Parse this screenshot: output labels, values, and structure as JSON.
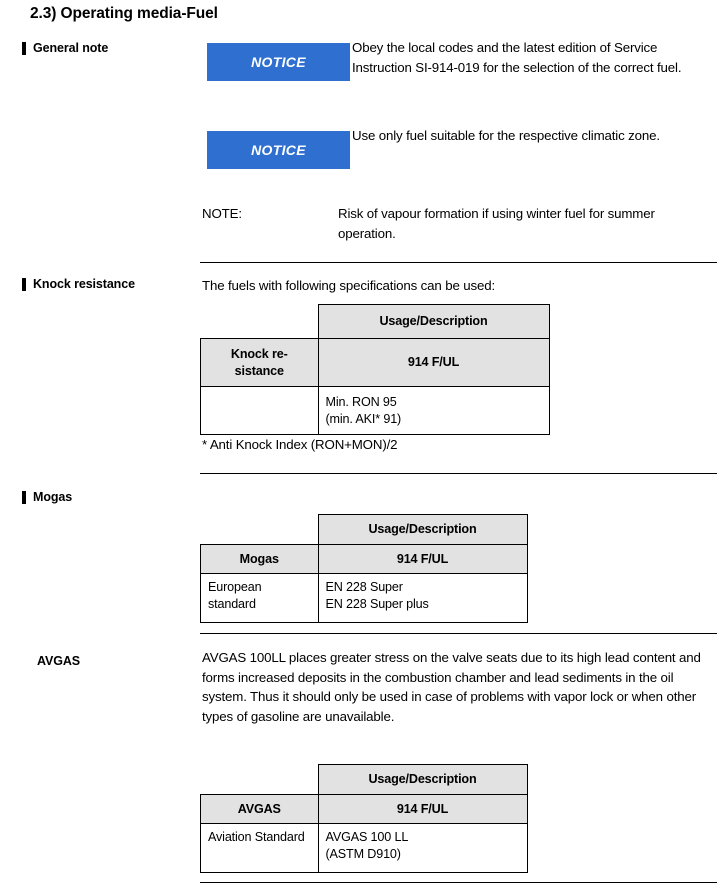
{
  "title": "2.3) Operating media-Fuel",
  "sections": {
    "general_note": {
      "label": "General note",
      "notices": [
        {
          "badge": "NOTICE",
          "text": "Obey the local codes and the latest edition of Service Instruction  SI-914-019 for the selection of the correct fuel."
        },
        {
          "badge": "NOTICE",
          "text": "Use only fuel suitable for the respective climatic zone."
        }
      ],
      "note": {
        "label": "NOTE:",
        "text": "Risk of vapour formation if using winter fuel for summer operation."
      }
    },
    "knock_resistance": {
      "label": "Knock resistance",
      "intro": "The fuels with following specifications can be used:",
      "table": {
        "corner": "",
        "col_header": "Usage/Description",
        "row_header": "Knock re-sistance",
        "variant": "914 F/UL",
        "left_cell": "",
        "right_cell": "Min. RON 95\n(min. AKI* 91)"
      },
      "footnote": "* Anti Knock Index (RON+MON)/2"
    },
    "mogas": {
      "label": "Mogas",
      "table": {
        "corner": "",
        "col_header": "Usage/Description",
        "row_header": "Mogas",
        "variant": "914 F/UL",
        "left_cell": "European standard",
        "right_cell": "EN 228 Super\nEN 228 Super plus"
      }
    },
    "avgas": {
      "label": "AVGAS",
      "paragraph": "AVGAS 100LL places greater stress on the valve seats due to its high lead content and forms increased deposits in the combustion chamber and lead sediments in the oil system. Thus it should only be used in case of problems with vapor lock or when other types of gasoline are unavailable.",
      "table": {
        "corner": "",
        "col_header": "Usage/Description",
        "row_header": "AVGAS",
        "variant": "914 F/UL",
        "left_cell": "Aviation Standard",
        "right_cell": "AVGAS 100 LL\n(ASTM D910)"
      }
    }
  },
  "colors": {
    "notice_blue": "#2f6fd0",
    "table_header_gray": "#e2e2e2",
    "rule_black": "#000000"
  }
}
